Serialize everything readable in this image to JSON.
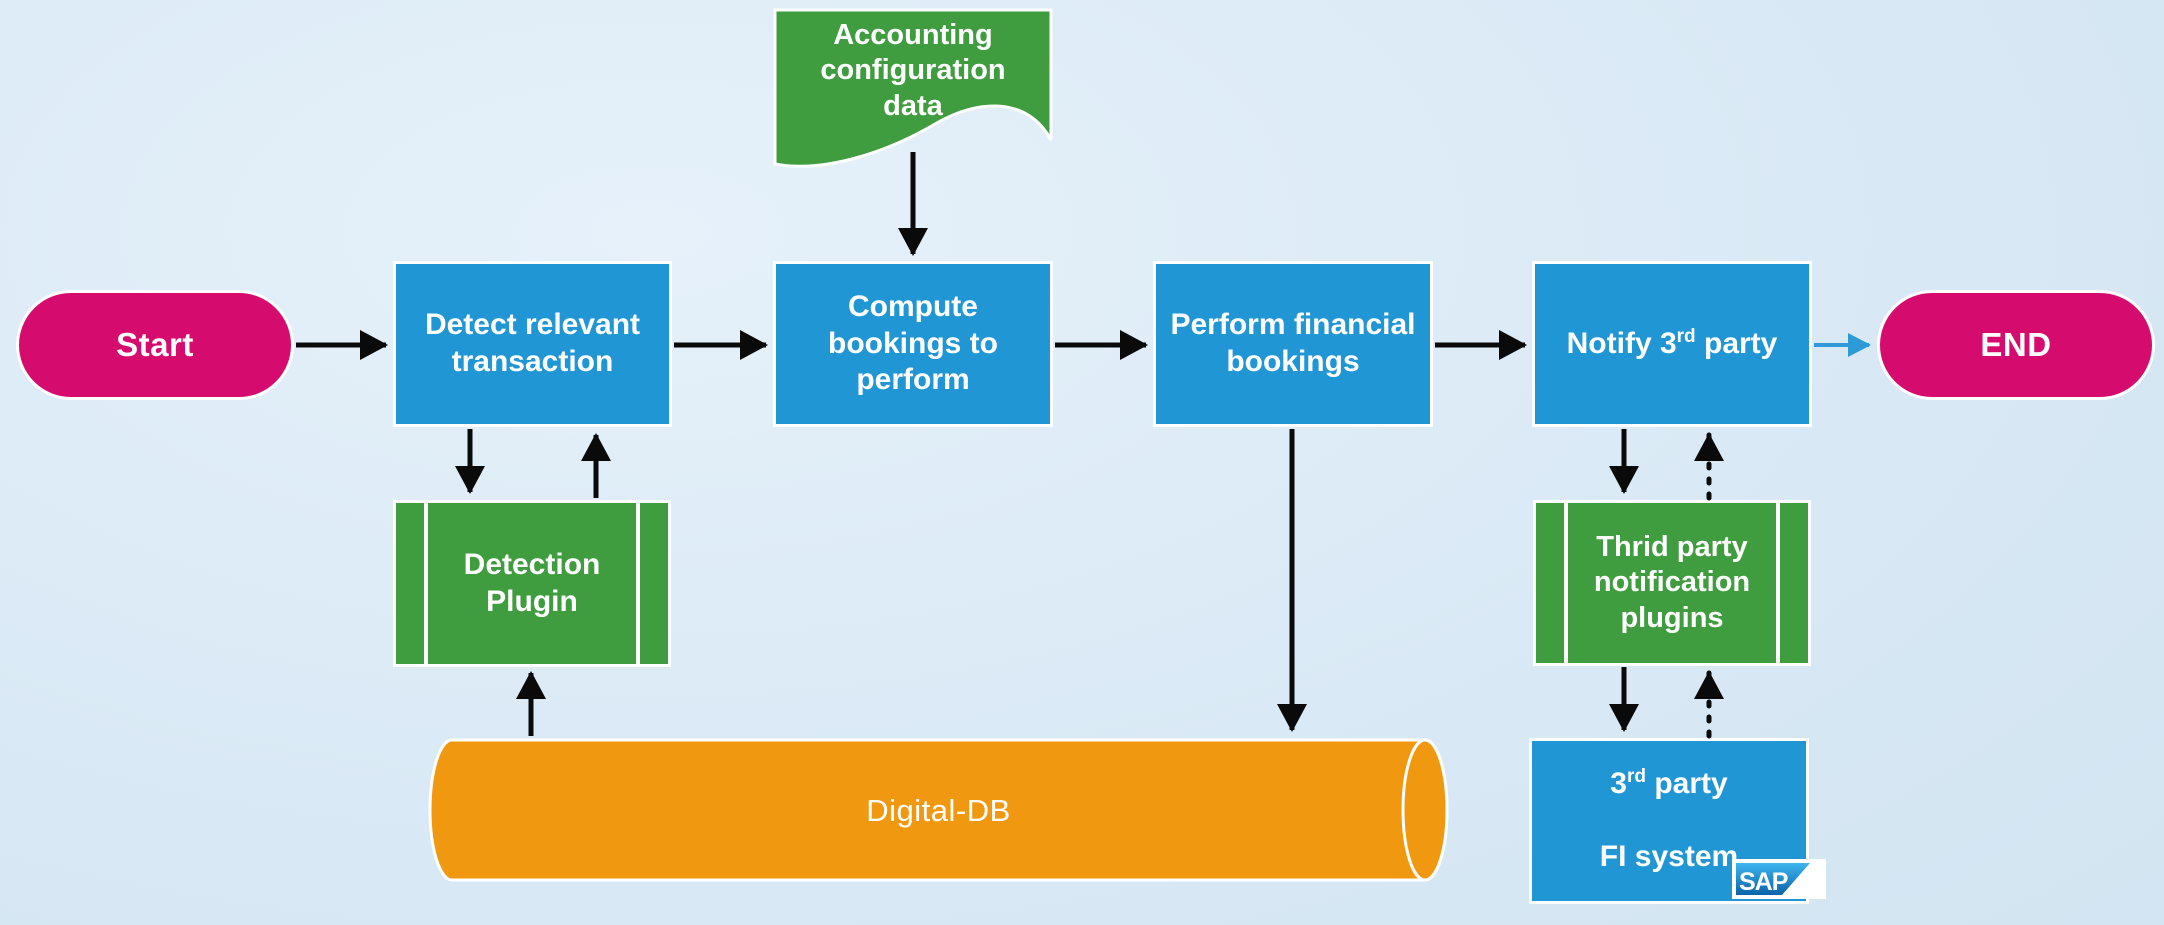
{
  "colors": {
    "bg_light": "#e6f1fa",
    "bg_mid": "#d9e9f5",
    "bg_dark": "#cfe2f0",
    "blue": "#2196d4",
    "green": "#3f9c3f",
    "pink": "#d60b6e",
    "orange": "#f0980f",
    "arrow_black": "#0a0a0a",
    "arrow_blue": "#2e9bd6",
    "sap_blue_top": "#3eb6ee",
    "sap_blue_bottom": "#0c62aa"
  },
  "nodes": {
    "start": {
      "label": "Start"
    },
    "detect": {
      "lines": [
        "Detect relevant",
        "transaction"
      ]
    },
    "accounting_doc": {
      "lines": [
        "Accounting",
        "configuration",
        "data"
      ]
    },
    "compute": {
      "lines": [
        "Compute",
        "bookings to",
        "perform"
      ]
    },
    "perform": {
      "lines": [
        "Perform financial",
        "bookings"
      ]
    },
    "notify": {
      "pre": "Notify 3",
      "sup": "rd",
      "post": " party"
    },
    "end": {
      "label": "END"
    },
    "detection_plugin": {
      "lines": [
        "Detection",
        "Plugin"
      ]
    },
    "third_party_plugins": {
      "lines": [
        "Thrid party",
        "notification",
        "plugins"
      ]
    },
    "fi_system": {
      "line1_pre": "3",
      "line1_sup": "rd",
      "line1_post": " party",
      "line2": "FI system",
      "logo_text": "SAP"
    },
    "digital_db": {
      "label": "Digital-DB"
    }
  }
}
